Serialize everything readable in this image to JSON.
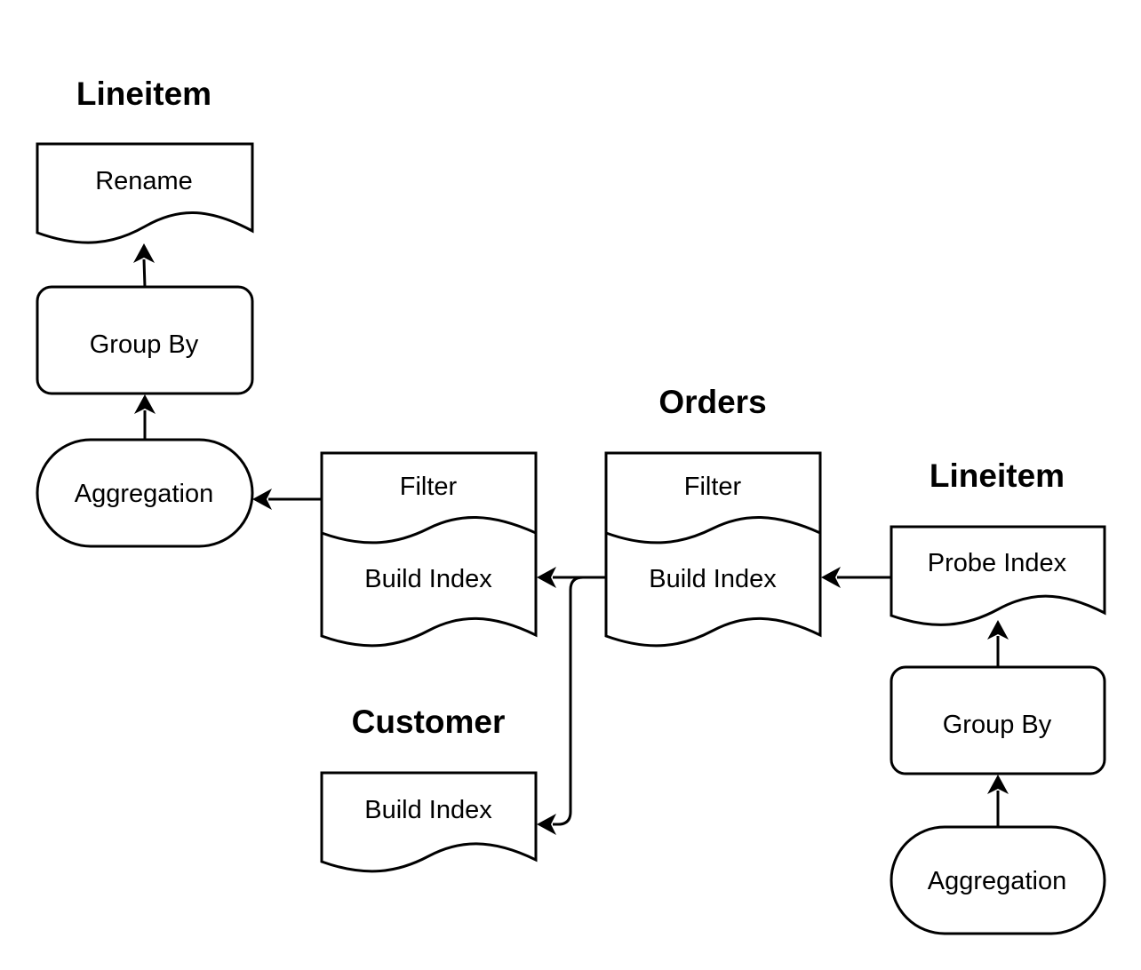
{
  "diagram": {
    "section_titles": {
      "lineitem_left": "Lineitem",
      "orders": "Orders",
      "lineitem_right": "Lineitem",
      "customer": "Customer"
    },
    "nodes": {
      "rename": "Rename",
      "group_by_left": "Group By",
      "aggregation_left": "Aggregation",
      "filter_mid": "Filter",
      "build_index_mid": "Build Index",
      "filter_orders": "Filter",
      "build_index_orders": "Build Index",
      "probe_index": "Probe Index",
      "group_by_right": "Group By",
      "aggregation_right": "Aggregation",
      "build_index_customer": "Build Index"
    },
    "edges": [
      {
        "from": "aggregation_left",
        "to": "group_by_left"
      },
      {
        "from": "group_by_left",
        "to": "rename"
      },
      {
        "from": "filter_mid",
        "to": "aggregation_left"
      },
      {
        "from": "build_index_orders",
        "to": "build_index_mid"
      },
      {
        "from": "build_index_orders",
        "to": "build_index_customer"
      },
      {
        "from": "probe_index",
        "to": "build_index_orders"
      },
      {
        "from": "group_by_right",
        "to": "probe_index"
      },
      {
        "from": "aggregation_right",
        "to": "group_by_right"
      }
    ]
  }
}
